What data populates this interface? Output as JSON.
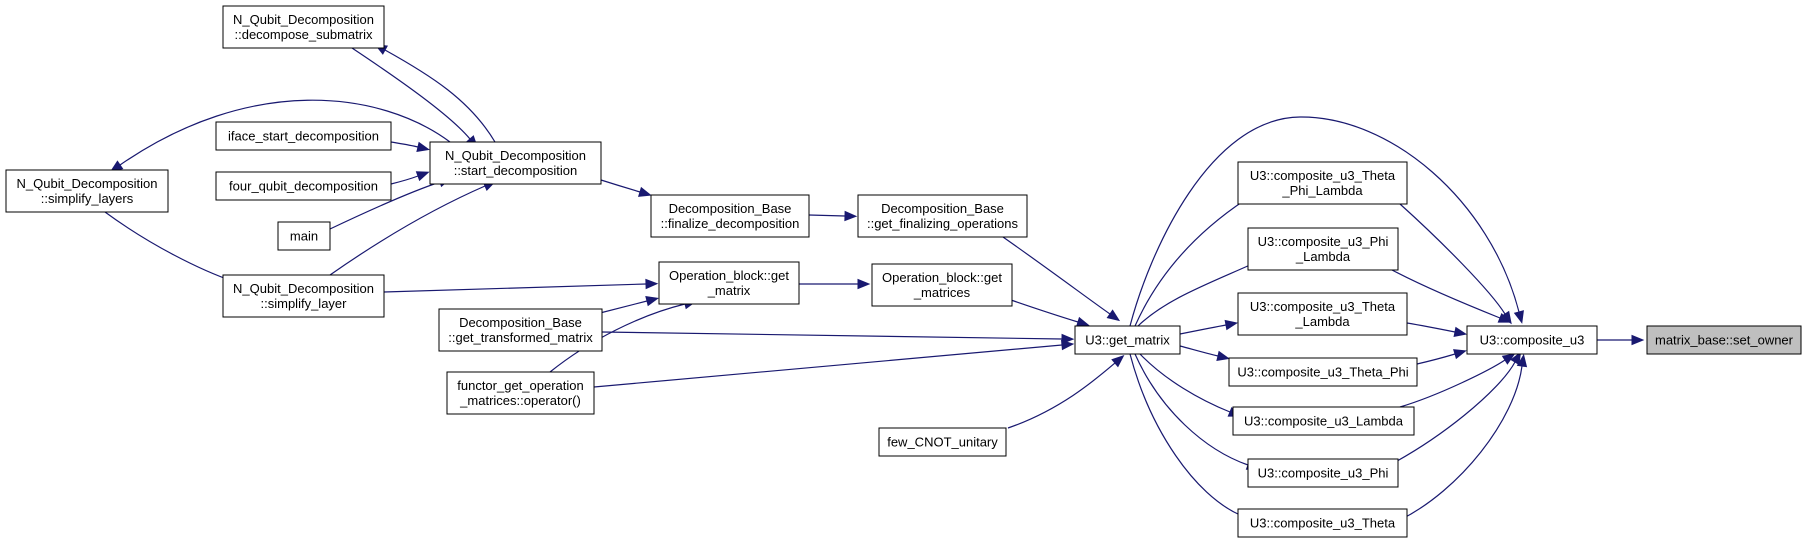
{
  "graph": {
    "colors": {
      "edge": "#191970",
      "focus_fill": "#bfbfbf",
      "node_fill": "#ffffff"
    },
    "nodes": [
      {
        "id": "set_owner",
        "lines": [
          "matrix_base::set_owner"
        ],
        "focus": true
      },
      {
        "id": "composite_u3",
        "lines": [
          "U3::composite_u3"
        ]
      },
      {
        "id": "cu3_tpl",
        "lines": [
          "U3::composite_u3_Theta",
          "_Phi_Lambda"
        ]
      },
      {
        "id": "cu3_pl",
        "lines": [
          "U3::composite_u3_Phi",
          "_Lambda"
        ]
      },
      {
        "id": "cu3_tl",
        "lines": [
          "U3::composite_u3_Theta",
          "_Lambda"
        ]
      },
      {
        "id": "cu3_tp",
        "lines": [
          "U3::composite_u3_Theta_Phi"
        ]
      },
      {
        "id": "cu3_l",
        "lines": [
          "U3::composite_u3_Lambda"
        ]
      },
      {
        "id": "cu3_p",
        "lines": [
          "U3::composite_u3_Phi"
        ]
      },
      {
        "id": "cu3_t",
        "lines": [
          "U3::composite_u3_Theta"
        ]
      },
      {
        "id": "get_matrix",
        "lines": [
          "U3::get_matrix"
        ]
      },
      {
        "id": "db_gfo",
        "lines": [
          "Decomposition_Base",
          "::get_finalizing_operations"
        ]
      },
      {
        "id": "ob_gms",
        "lines": [
          "Operation_block::get",
          "_matrices"
        ]
      },
      {
        "id": "few_cnot",
        "lines": [
          "few_CNOT_unitary"
        ]
      },
      {
        "id": "db_fd",
        "lines": [
          "Decomposition_Base",
          "::finalize_decomposition"
        ]
      },
      {
        "id": "ob_gm",
        "lines": [
          "Operation_block::get",
          "_matrix"
        ]
      },
      {
        "id": "db_gtm",
        "lines": [
          "Decomposition_Base",
          "::get_transformed_matrix"
        ]
      },
      {
        "id": "fgom",
        "lines": [
          "functor_get_operation",
          "_matrices::operator()"
        ]
      },
      {
        "id": "nq_sd",
        "lines": [
          "N_Qubit_Decomposition",
          "::start_decomposition"
        ]
      },
      {
        "id": "nq_ds",
        "lines": [
          "N_Qubit_Decomposition",
          "::decompose_submatrix"
        ]
      },
      {
        "id": "iface",
        "lines": [
          "iface_start_decomposition"
        ]
      },
      {
        "id": "four_q",
        "lines": [
          "four_qubit_decomposition"
        ]
      },
      {
        "id": "main",
        "lines": [
          "main"
        ]
      },
      {
        "id": "nq_sl",
        "lines": [
          "N_Qubit_Decomposition",
          "::simplify_layer"
        ]
      },
      {
        "id": "nq_sls",
        "lines": [
          "N_Qubit_Decomposition",
          "::simplify_layers"
        ]
      }
    ],
    "edges": [
      {
        "from": "composite_u3",
        "to": "set_owner"
      },
      {
        "from": "get_matrix",
        "to": "composite_u3"
      },
      {
        "from": "cu3_tpl",
        "to": "composite_u3"
      },
      {
        "from": "cu3_pl",
        "to": "composite_u3"
      },
      {
        "from": "cu3_tl",
        "to": "composite_u3"
      },
      {
        "from": "cu3_tp",
        "to": "composite_u3"
      },
      {
        "from": "cu3_l",
        "to": "composite_u3"
      },
      {
        "from": "cu3_p",
        "to": "composite_u3"
      },
      {
        "from": "cu3_t",
        "to": "composite_u3"
      },
      {
        "from": "get_matrix",
        "to": "cu3_tpl"
      },
      {
        "from": "get_matrix",
        "to": "cu3_pl"
      },
      {
        "from": "get_matrix",
        "to": "cu3_tl"
      },
      {
        "from": "get_matrix",
        "to": "cu3_tp"
      },
      {
        "from": "get_matrix",
        "to": "cu3_l"
      },
      {
        "from": "get_matrix",
        "to": "cu3_p"
      },
      {
        "from": "get_matrix",
        "to": "cu3_t"
      },
      {
        "from": "db_gfo",
        "to": "get_matrix"
      },
      {
        "from": "ob_gms",
        "to": "get_matrix"
      },
      {
        "from": "db_gtm",
        "to": "get_matrix"
      },
      {
        "from": "fgom",
        "to": "get_matrix"
      },
      {
        "from": "few_cnot",
        "to": "get_matrix"
      },
      {
        "from": "db_fd",
        "to": "db_gfo"
      },
      {
        "from": "ob_gm",
        "to": "ob_gms"
      },
      {
        "from": "nq_sd",
        "to": "db_fd"
      },
      {
        "from": "nq_sl",
        "to": "ob_gm"
      },
      {
        "from": "db_gtm",
        "to": "ob_gm"
      },
      {
        "from": "fgom",
        "to": "ob_gm"
      },
      {
        "from": "iface",
        "to": "nq_sd"
      },
      {
        "from": "four_q",
        "to": "nq_sd"
      },
      {
        "from": "main",
        "to": "nq_sd"
      },
      {
        "from": "nq_sl",
        "to": "nq_sd"
      },
      {
        "from": "nq_ds",
        "to": "nq_sd"
      },
      {
        "from": "nq_sd",
        "to": "nq_ds"
      },
      {
        "from": "nq_sd",
        "to": "nq_sls"
      },
      {
        "from": "nq_sls",
        "to": "nq_sl"
      }
    ]
  }
}
